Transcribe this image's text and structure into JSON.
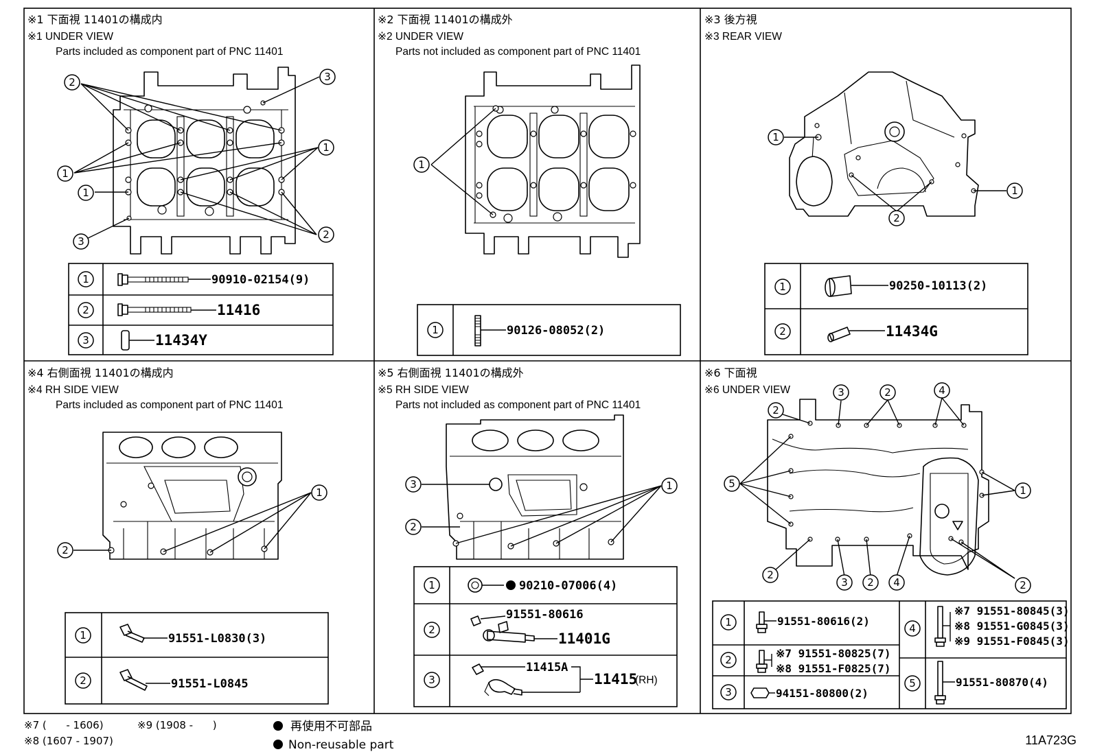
{
  "panels": {
    "p1": {
      "title_jp": "※1 下面視 11401の構成内",
      "title_en": "※1 UNDER VIEW",
      "note": "Parts included as component part of PNC 11401",
      "callouts": [
        "2",
        "3",
        "1",
        "1",
        "1",
        "2",
        "3"
      ],
      "table": [
        {
          "no": "1",
          "part": "90910-02154(9)"
        },
        {
          "no": "2",
          "part": "11416"
        },
        {
          "no": "3",
          "part": "11434Y"
        }
      ]
    },
    "p2": {
      "title_jp": "※2 下面視 11401の構成外",
      "title_en": "※2 UNDER VIEW",
      "note": "Parts not included as component part of PNC 11401",
      "callouts": [
        "1"
      ],
      "table": [
        {
          "no": "1",
          "part": "90126-08052(2)"
        }
      ]
    },
    "p3": {
      "title_jp": "※3 後方視",
      "title_en": "※3 REAR VIEW",
      "callouts": [
        "1",
        "1",
        "2"
      ],
      "table": [
        {
          "no": "1",
          "part": "90250-10113(2)"
        },
        {
          "no": "2",
          "part": "11434G"
        }
      ]
    },
    "p4": {
      "title_jp": "※4 右側面視 11401の構成内",
      "title_en": "※4 RH SIDE VIEW",
      "note": "Parts included as component part of PNC 11401",
      "callouts": [
        "1",
        "2"
      ],
      "table": [
        {
          "no": "1",
          "part": "91551-L0830(3)"
        },
        {
          "no": "2",
          "part": "91551-L0845"
        }
      ]
    },
    "p5": {
      "title_jp": "※5 右側面視 11401の構成外",
      "title_en": "※5 RH SIDE VIEW",
      "note": "Parts not included as component part of PNC 11401",
      "callouts": [
        "3",
        "2",
        "1"
      ],
      "table": [
        {
          "no": "1",
          "part": "90210-07006(4)"
        },
        {
          "no": "2",
          "part_a": "91551-80616",
          "part_b": "11401G"
        },
        {
          "no": "3",
          "part_a": "11415A",
          "part_b": "11415",
          "suffix": "(RH)"
        }
      ]
    },
    "p6": {
      "title_jp": "※6 下面視",
      "title_en": "※6 UNDER VIEW",
      "callouts": [
        "2",
        "3",
        "2",
        "4",
        "5",
        "1",
        "2",
        "3",
        "2",
        "4",
        "2"
      ],
      "table": [
        {
          "no": "1",
          "part": "91551-80616(2)"
        },
        {
          "no": "2",
          "lines": [
            "※7 91551-80825(7)",
            "※8 91551-F0825(7)"
          ]
        },
        {
          "no": "3",
          "part": "94151-80800(2)"
        },
        {
          "no": "4",
          "lines": [
            "※7 91551-80845(3)",
            "※8 91551-G0845(3)",
            "※9 91551-F0845(3)"
          ]
        },
        {
          "no": "5",
          "part": "91551-80870(4)"
        }
      ]
    }
  },
  "footer": {
    "note7": "※7 (      - 1606)",
    "note9": "※9 (1908 -      )",
    "note8": "※8 (1607 - 1907)",
    "legend_jp": "再使用不可部品",
    "legend_en": "Non-reusable part",
    "diagram_code": "11A723G"
  }
}
